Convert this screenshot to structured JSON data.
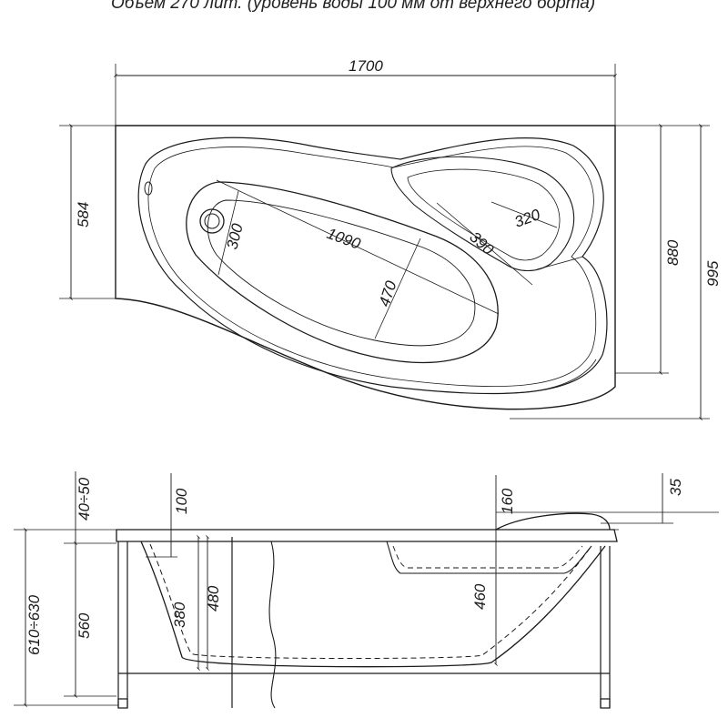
{
  "title": "Объем 270 лит. (уровень воды 100 мм от верхнего борта)",
  "top_view": {
    "overall_length": "1700",
    "overall_width": "995",
    "right_width": "880",
    "left_width": "584",
    "inner_length": "1090",
    "inner_width": "470",
    "head_width": "300",
    "seat_diag": "390",
    "seat_width": "320"
  },
  "side_view": {
    "rim_range": "40÷50",
    "water_level": "100",
    "seat_depth": "160",
    "head_rim": "35",
    "total_height_range": "610÷630",
    "tub_height": "560",
    "inner_depth_a": "380",
    "inner_depth_b": "480",
    "seat_height": "460"
  }
}
